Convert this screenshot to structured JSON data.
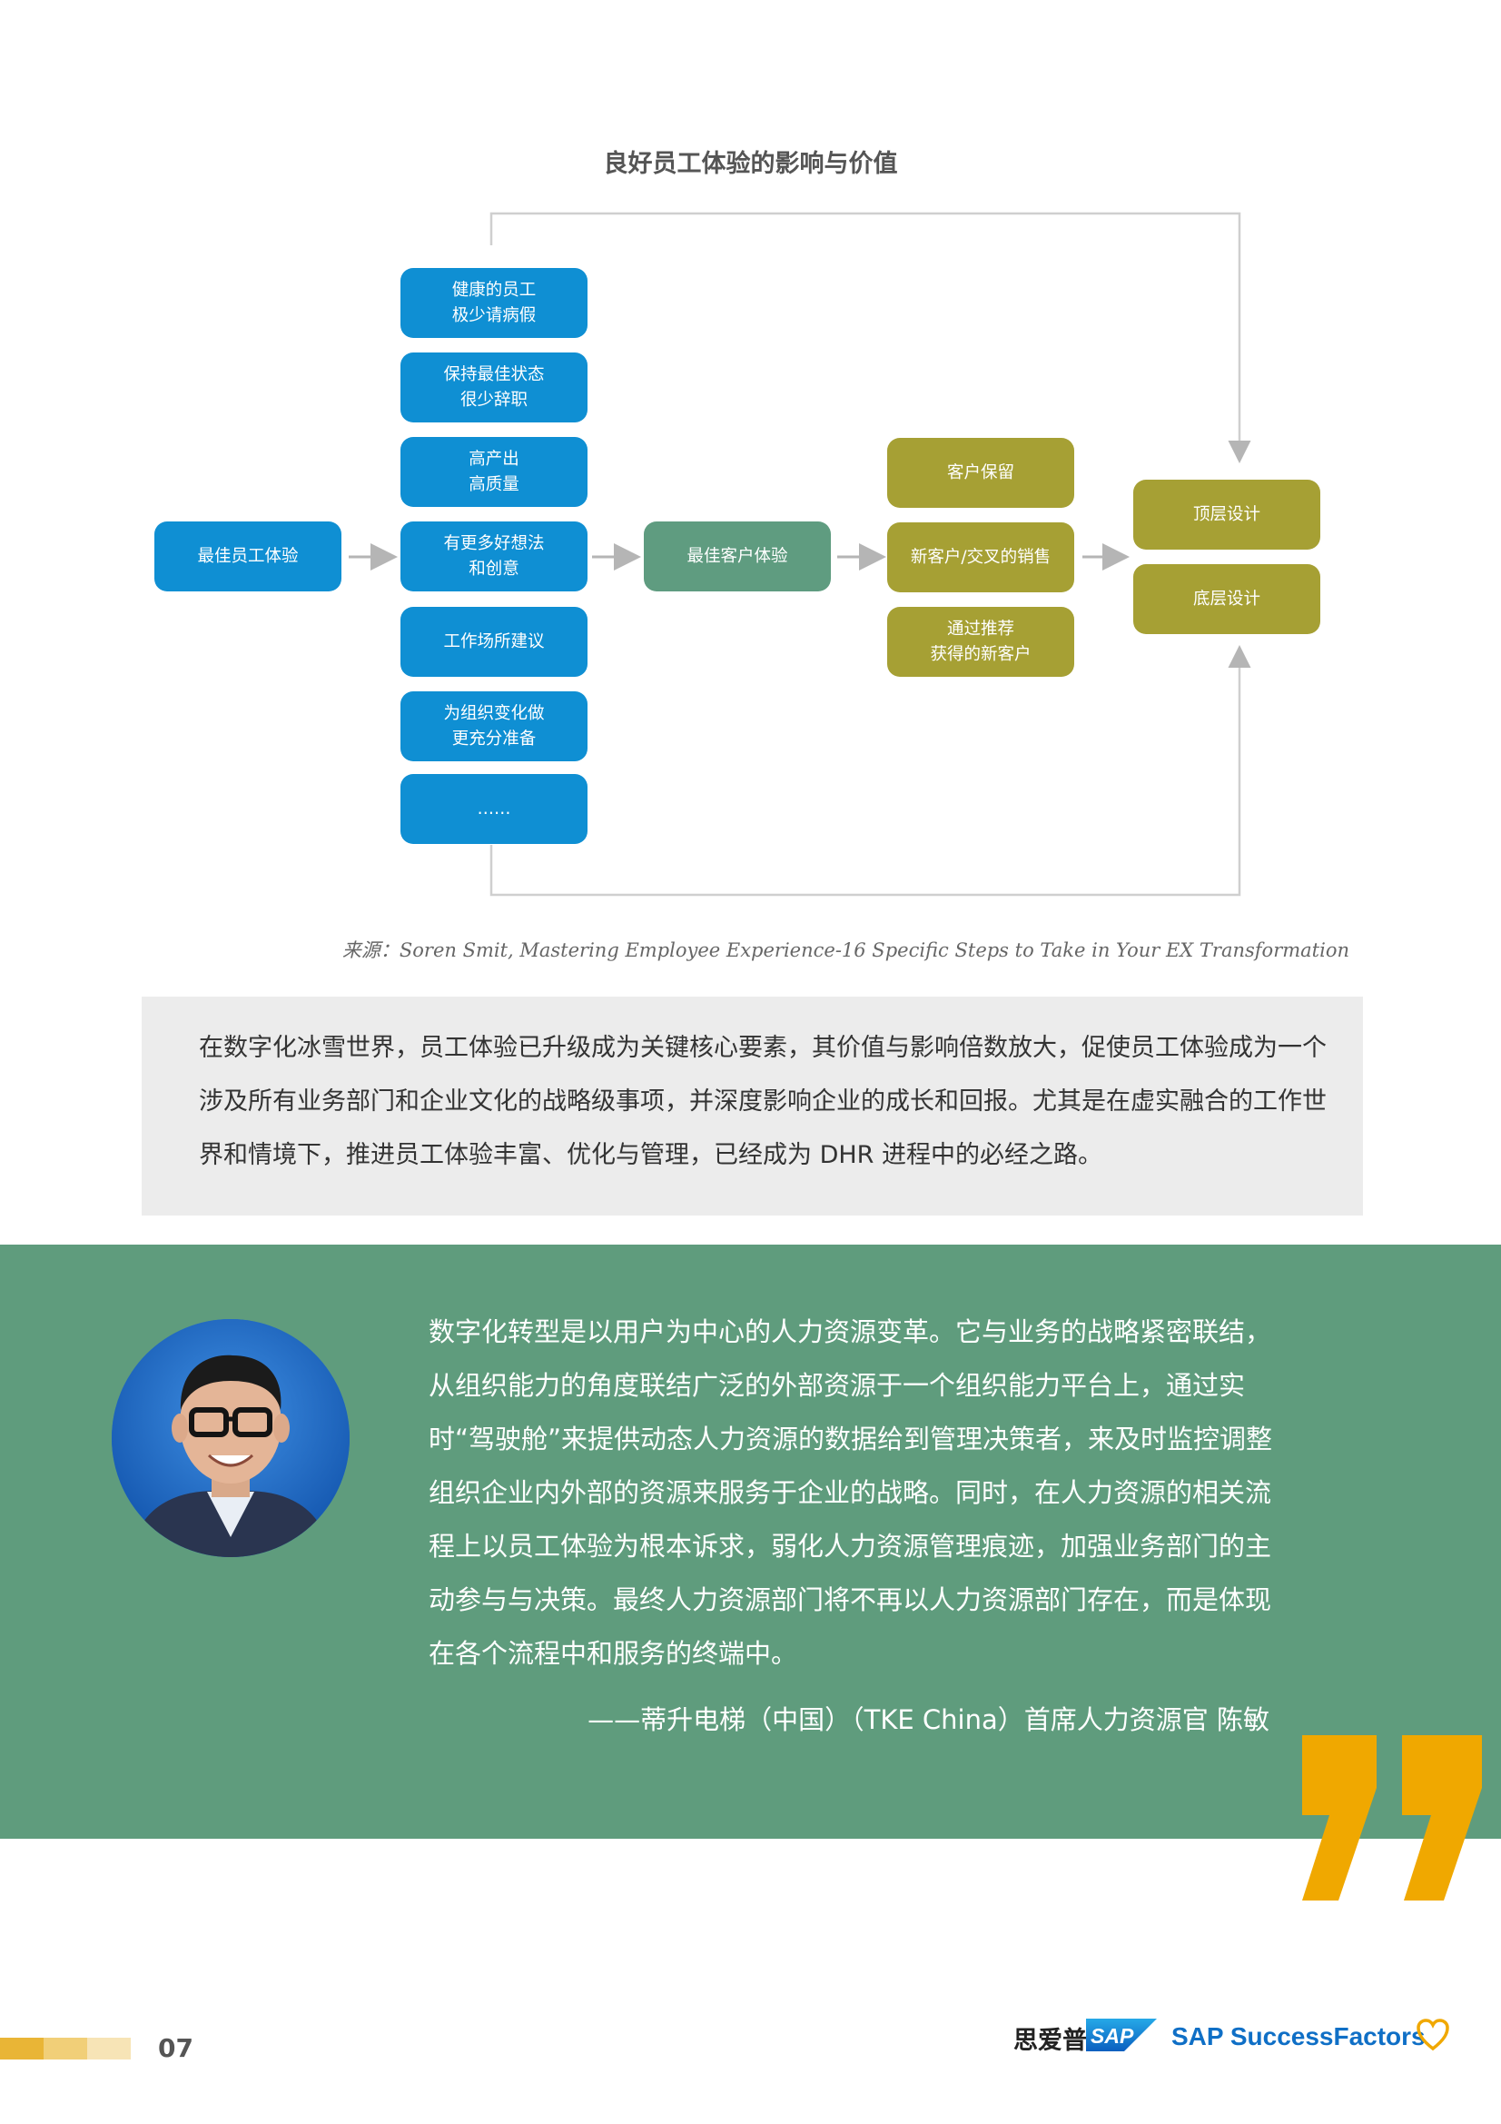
{
  "diagram": {
    "title": "良好员工体验的影响与价值",
    "start_node": "最佳员工体验",
    "employee_nodes": [
      "健康的员工\n极少请病假",
      "保持最佳状态\n很少辞职",
      "高产出\n高质量",
      "有更多好想法\n和创意",
      "工作场所建议",
      "为组织变化做\n更充分准备",
      "……"
    ],
    "middle_node": "最佳客户体验",
    "customer_nodes": [
      "客户保留",
      "新客户/交叉的销售",
      "通过推荐\n获得的新客户"
    ],
    "result_nodes": [
      "顶层设计",
      "底层设计"
    ],
    "source": "来源：Soren Smit, Mastering Employee Experience-16 Specific Steps to Take in Your EX Transformation",
    "colors": {
      "blue": "#0f8fd3",
      "teal": "#5f9c80",
      "olive": "#a6a034"
    }
  },
  "summary_text": "在数字化冰雪世界，员工体验已升级成为关键核心要素，其价值与影响倍数放大，促使员工体验成为一个涉及所有业务部门和企业文化的战略级事项，并深度影响企业的成长和回报。尤其是在虚实融合的工作世界和情境下，推进员工体验丰富、优化与管理，已经成为 DHR 进程中的必经之路。",
  "quote": {
    "text": "数字化转型是以用户为中心的人力资源变革。它与业务的战略紧密联结，从组织能力的角度联结广泛的外部资源于一个组织能力平台上，通过实时“驾驶舱”来提供动态人力资源的数据给到管理决策者，来及时监控调整组织企业内外部的资源来服务于企业的战略。同时，在人力资源的相关流程上以员工体验为根本诉求，弱化人力资源管理痕迹，加强业务部门的主动参与与决策。最终人力资源部门将不再以人力资源部门存在，而是体现在各个流程中和服务的终端中。",
    "author": "——蒂升电梯（中国）（TKE China）首席人力资源官 陈敏",
    "band_color": "#5f9c7d",
    "mark_color": "#f0a800"
  },
  "footer": {
    "page_number": "07",
    "brand_cn": "思爱普",
    "sap_logo": "SAP",
    "product": "SAP SuccessFactors",
    "heart_icon": "heart-outline-icon"
  }
}
